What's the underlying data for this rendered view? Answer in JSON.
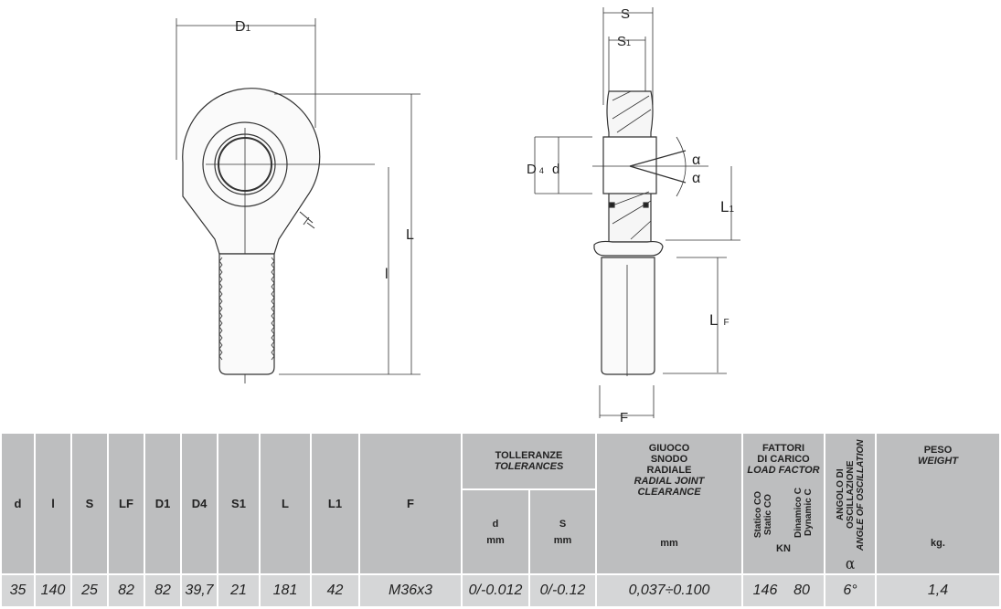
{
  "drawing": {
    "front": {
      "D1": "D",
      "D1_sub": "1",
      "L": "L",
      "l": "l"
    },
    "side": {
      "S": "S",
      "S1": "S",
      "S1_sub": "1",
      "D4": "D",
      "D4_sub": "4",
      "d": "d",
      "alpha1": "α",
      "alpha2": "α",
      "L1": "L",
      "L1_sub": "1",
      "LF": "L",
      "LF_sub": "F",
      "F": "F"
    }
  },
  "table": {
    "headers": {
      "d": "d",
      "l": "l",
      "S": "S",
      "LF": "LF",
      "D1": "D1",
      "D4": "D4",
      "S1": "S1",
      "L": "L",
      "L1": "L1",
      "F": "F",
      "tol_it": "TOLLERANZE",
      "tol_en": "TOLERANCES",
      "tol_d": "d",
      "tol_d_unit": "mm",
      "tol_s": "S",
      "tol_s_unit": "mm",
      "giuoco_it1": "GIUOCO",
      "giuoco_it2": "SNODO",
      "giuoco_it3": "RADIALE",
      "giuoco_en1": "RADIAL JOINT",
      "giuoco_en2": "CLEARANCE",
      "giuoco_unit": "mm",
      "fatt_it1": "FATTORI",
      "fatt_it2": "DI CARICO",
      "fatt_en": "LOAD FACTOR",
      "static_it": "Statico CO",
      "static_en": "Static CO",
      "dyn_it": "Dinamico C",
      "dyn_en": "Dynamic C",
      "fatt_unit": "KN",
      "ang_it": "ANGOLO DI OSCILLAZIONE",
      "ang_en": "ANGLE OF OSCILLATION",
      "ang_unit": "α",
      "peso_it": "PESO",
      "peso_en": "WEIGHT",
      "peso_unit": "kg."
    },
    "row": {
      "d": "35",
      "l": "140",
      "S": "25",
      "LF": "82",
      "D1": "82",
      "D4": "39,7",
      "S1": "21",
      "L": "181",
      "L1": "42",
      "F": "M36x3",
      "tol_d": "0/-0.012",
      "tol_s": "0/-0.12",
      "clearance": "0,037÷0.100",
      "static": "146",
      "dynamic": "80",
      "angle": "6°",
      "weight": "1,4"
    }
  }
}
